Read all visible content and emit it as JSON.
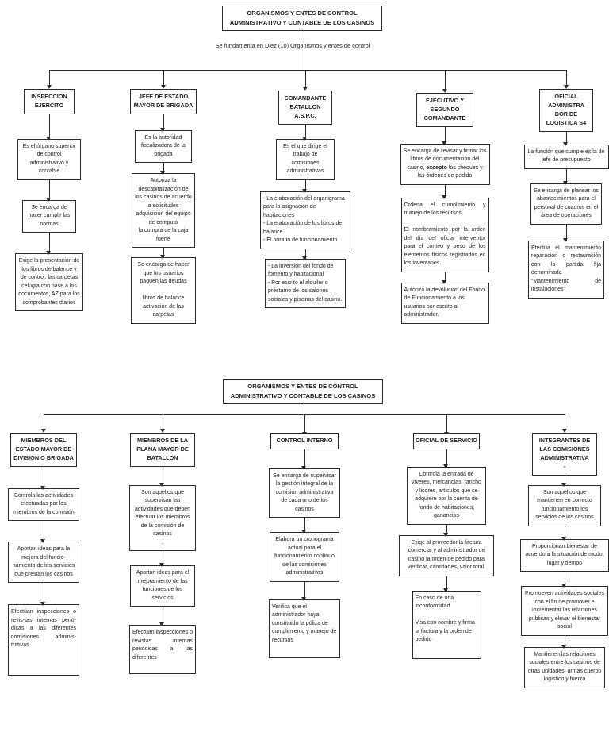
{
  "section1": {
    "title": "ORGANISMOS Y ENTES DE CONTROL ADMINISTRATIVO Y CONTABLE DE LOS CASINOS",
    "subtitle": "Se fundamenta en Diez (10) Organismos y entes de control",
    "columns": [
      {
        "header": "INSPECCION EJERCITO",
        "box1": "Es el órgano superior de control administrativo y contable",
        "box2": "Se encarga de hacer cumplir las normas",
        "box3": "Exige la presentación de los libros de balance y de control, las carpetas celugía con base a los documentos, AZ para los comprobantes diarios"
      },
      {
        "header": "JEFE DE ESTADO MAYOR DE BRIGADA",
        "box1": "Es la autoridad fiscalizadora de la brigada",
        "box2": "Autoriza la descapitalización de los casinos de acuerdo a solicitudes adquisición del equipo de computo\nla compra de la caja fuerte",
        "box3": "Se encarga de hacer que los usuarios paguen las deudas\n\nlibros de balance activación de las carpetas"
      },
      {
        "header": "COMANDANTE BATALLON A.S.P.C.",
        "box1": "Es el que dirige el trabajo de comisiones administrativas",
        "box2": "- La elaboración del organigrama para la asignación de habitaciones\n- La elaboración de los libros de balance\n- El horario de funcionamiento",
        "box3": "- La inversión del fondo de fomento y habitacional\n- Por escrito el alquiler o préstamo de los salones sociales y piscinas del casino."
      },
      {
        "header": "EJECUTIVO Y SEGUNDO COMANDANTE",
        "box1_pre": "Se encarga de revisar y firmar los libros de documentación del casino, ",
        "box1_bold": "excepto",
        "box1_post": " los cheques y las órdenes de pedido",
        "box2": "Ordena el cumplimiento y manejo de los recursos.\n\nEl nombramiento por la orden del día del oficial interventor para el conteo y peso de los elementos físicos registrados en los inventarios.",
        "box3": "Autoriza la devolución del Fondo de Funcionamiento a los usuarios por escrito al administrador."
      },
      {
        "header": "OFICIAL ADMINISTRA DOR DE LOGISTICA S4",
        "box1": "La función que cumple es la de jefe de presupuesto",
        "box2": "Se encarga de planear los abastecimientos para el personal de cuadros en el área de operaciones",
        "box3": "Efectúa el mantenimiento reparación o restauración con la partida fija denominada “Mantenimiento de instalaciones”"
      }
    ]
  },
  "section2": {
    "title": "ORGANISMOS Y ENTES DE CONTROL ADMINISTRATIVO Y CONTABLE DE LOS CASINOS",
    "columns": [
      {
        "header": "MIEMBROS DEL ESTADO MAYOR DE DIVISION O BRIGADA",
        "box1": "Controla las actividades efectuadas por los miembros de la comisión",
        "box2": "Aportan ideas para la mejora del funcio-namiento de los servicios que prestan los casinos",
        "box3": "Efectúan inspecciones o revis-tas internas perió-dicas a las diferentes comisiones adminis-trativas"
      },
      {
        "header": "MIEMBROS DE LA PLANA MAYOR DE BATALLON",
        "box1": "Son aquellos que supervisan las actividades que deben efectuar los miembros de la comisión de casinos\n..",
        "box2": "Aportan ideas para el mejoramiento de las funciones de los servicios",
        "box3": "Efectúan inspecciones o revistas internas periódicas a las diferentes"
      },
      {
        "header": "CONTROL INTERNO",
        "box1": "Se encarga de supervisar la gestión integral de la comisión administrativa de cada uno de los casinos",
        "box2": "Elabora un cronograma actual para el funcionamiento continuo de las comisiones administrativas",
        "box3": "Verifica que el administrador haya constituido la póliza de cumplimiento y manejo de recursos"
      },
      {
        "header": "OFICIAL DE SERVICIO",
        "box1": "Controla la entrada de víveres, mercancías, rancho y licores, artículos que se adquiere por la cuenta de fondo de habitaciones, ganancias",
        "box2": "Exige al proveedor la factura comercial y al administrador de casino la orden de pedido para verificar, cantidades, valor total.",
        "box3": "En caso de una inconformidad\n\nVisa con nombre y firma la factura y la orden de pedido"
      },
      {
        "header": "INTEGRANTES DE LAS COMISIONES ADMINISTRATIVA\n-",
        "box1": "Son aquellos que mantienen en correcto funcionamiento los servicios de los casinos",
        "box2": "Proporcionan bienestar de acuerdo a la situación de modo, lugar y tiempo",
        "box3": "Promueven actividades sociales con el fin de promover e incrementar las relaciones publicas y elevar el bienestar social",
        "box4": "Mantienen las relaciones sociales entre los casinos de otras unidades, armas cuerpo logístico y fuerza"
      }
    ]
  }
}
